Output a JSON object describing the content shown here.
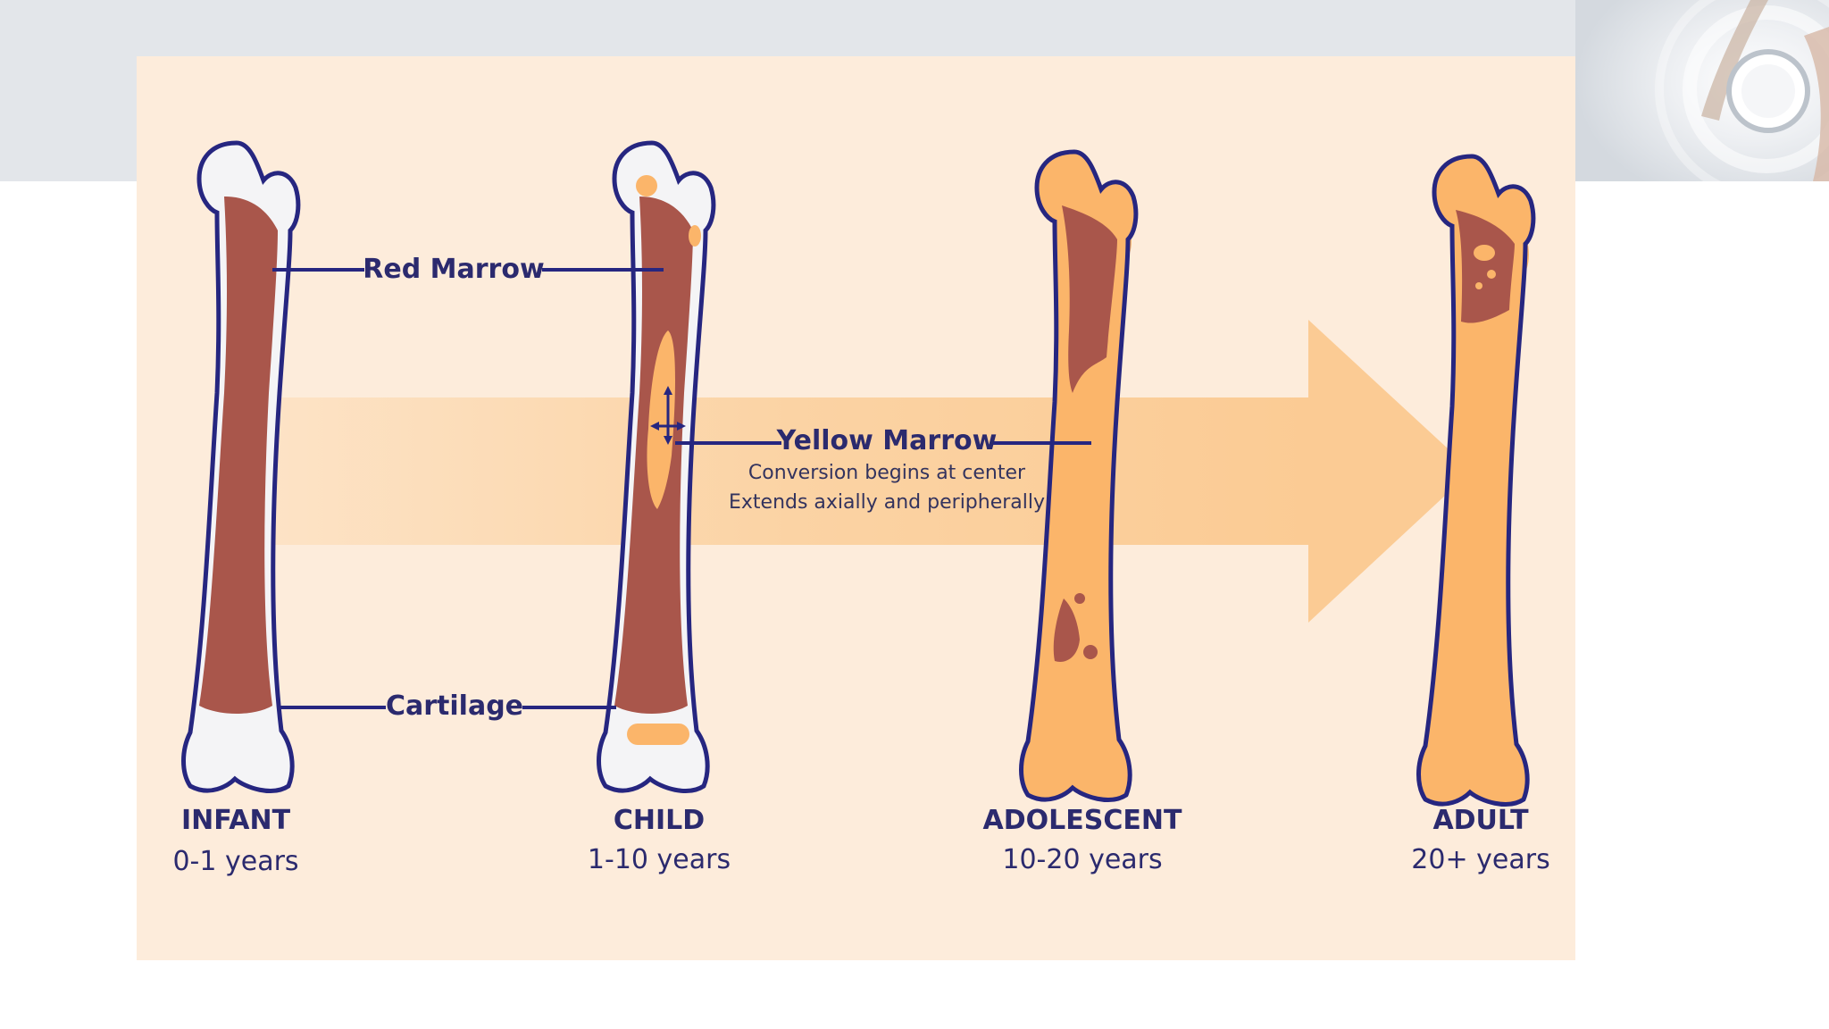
{
  "colors": {
    "top_band": "#e3e6ea",
    "panel": "#fdecdb",
    "arrow": "#fbd4a7",
    "red_marrow": "#a9564b",
    "yellow_marrow": "#fbb56a",
    "cartilage": "#f4f4f6",
    "outline": "#262680"
  },
  "labels": {
    "red_marrow": "Red Marrow",
    "yellow_marrow": "Yellow Marrow",
    "yellow_note_1": "Conversion begins at center",
    "yellow_note_2": "Extends axially and peripherally",
    "cartilage": "Cartilage"
  },
  "stages": [
    {
      "name": "INFANT",
      "age": "0-1 years"
    },
    {
      "name": "CHILD",
      "age": "1-10 years"
    },
    {
      "name": "ADOLESCENT",
      "age": "10-20 years"
    },
    {
      "name": "ADULT",
      "age": "20+ years"
    }
  ],
  "icons": {
    "corner_photo": "doctor-stethoscope-photo"
  }
}
